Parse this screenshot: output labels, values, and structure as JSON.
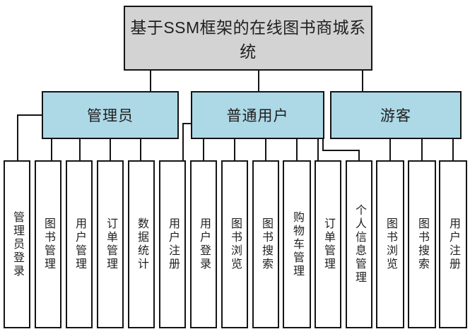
{
  "diagram": {
    "type": "org-chart",
    "root": {
      "label": "基于SSM框架的在线图书商城系统"
    },
    "branches": [
      {
        "label": "管理员",
        "children": [
          "管理员登录",
          "图书管理",
          "用户管理",
          "订单管理",
          "数据统计"
        ]
      },
      {
        "label": "普通用户",
        "children": [
          "用户注册",
          "用户登录",
          "图书浏览",
          "图书搜索",
          "购物车管理",
          "订单管理",
          "个人信息管理"
        ]
      },
      {
        "label": "游客",
        "children": [
          "图书浏览",
          "图书搜索",
          "用户注册"
        ]
      }
    ],
    "colors": {
      "root_fill": "#d3d3d3",
      "branch_fill": "#add8e6",
      "leaf_fill": "#ffffff",
      "border": "#141414",
      "connector": "#141414",
      "text": "#1f1f1f"
    }
  }
}
